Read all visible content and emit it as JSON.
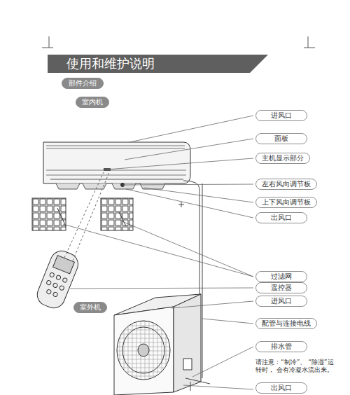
{
  "diagram": {
    "title": "使用和维护说明",
    "nodes": [
      {
        "text": [
          "部件介绍"
        ]
      },
      {
        "text": [
          "室内机"
        ]
      },
      {
        "text": [
          "进风口"
        ]
      },
      {
        "text": [
          "面板"
        ]
      },
      {
        "text": [
          "主机显示部分"
        ]
      },
      {
        "text": [
          "左右风向调节板"
        ]
      },
      {
        "text": [
          "上下风向调节板"
        ]
      },
      {
        "text": [
          "出风口"
        ]
      },
      {
        "text": [
          "过滤网"
        ]
      },
      {
        "text": [
          "遥控器"
        ]
      },
      {
        "text": [
          "进风口"
        ]
      },
      {
        "text": [
          "室外机"
        ]
      },
      {
        "text": [
          "配管与连接电线"
        ]
      },
      {
        "text": [
          "排水管"
        ]
      },
      {
        "text": [
          "出风口"
        ]
      }
    ],
    "labels": [
      "请注意：“制冷”、 “除湿”运转时， 会有冷凝水流出来。"
    ]
  }
}
